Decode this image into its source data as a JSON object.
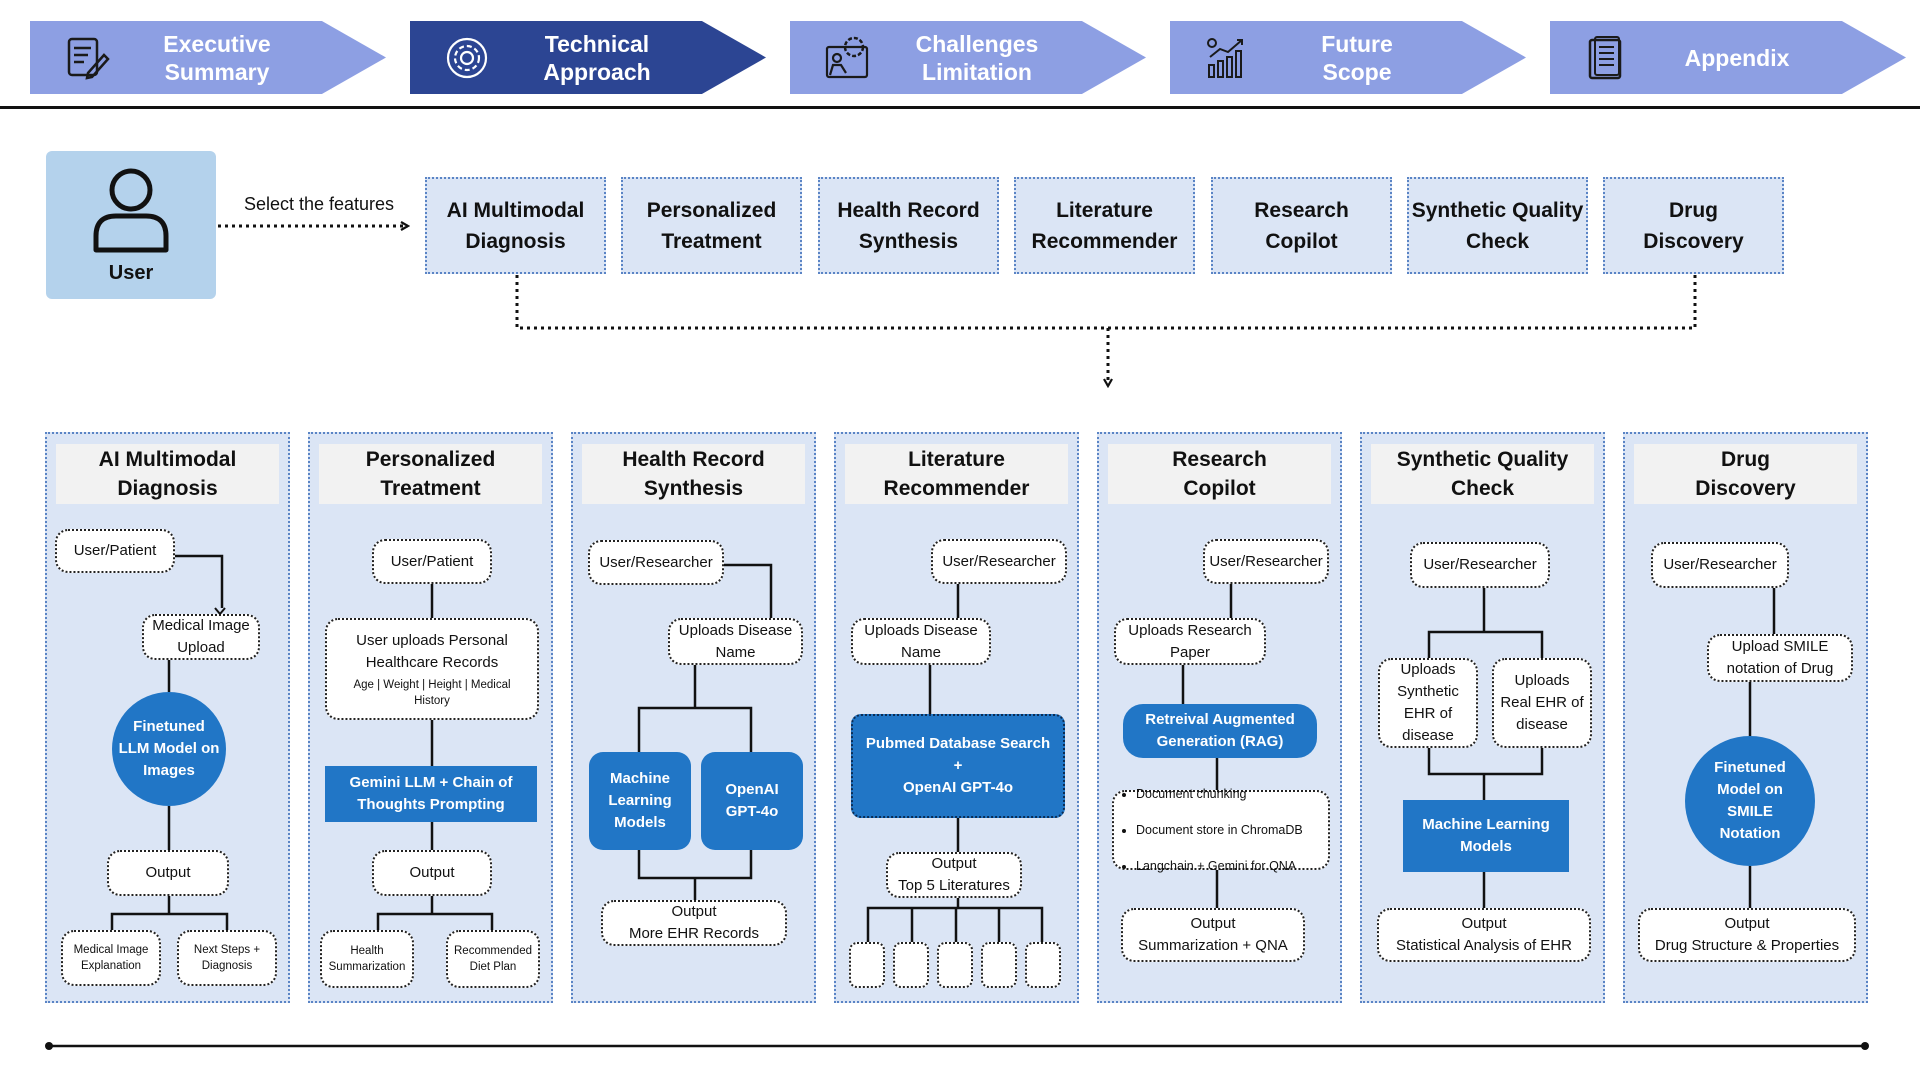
{
  "colors": {
    "nav_light": "#8d9fe3",
    "nav_dark": "#2c4593",
    "user_box": "#b4d2ec",
    "panel": "#dbe5f5",
    "accent_blue": "#2176c6"
  },
  "nav": [
    {
      "label": "Executive\nSummary",
      "icon": "document-edit-icon",
      "active": false
    },
    {
      "label": "Technical\nApproach",
      "icon": "gear-icon",
      "active": true
    },
    {
      "label": "Challenges\nLimitation",
      "icon": "person-gear-icon",
      "active": false
    },
    {
      "label": "Future\nScope",
      "icon": "growth-chart-icon",
      "active": false
    },
    {
      "label": "Appendix",
      "icon": "document-list-icon",
      "active": false
    }
  ],
  "user": {
    "label": "User",
    "icon": "user-icon",
    "select_label": "Select the features"
  },
  "features": [
    "AI Multimodal\nDiagnosis",
    "Personalized\nTreatment",
    "Health Record\nSynthesis",
    "Literature\nRecommender",
    "Research\nCopilot",
    "Synthetic Quality\nCheck",
    "Drug\nDiscovery"
  ],
  "columns": [
    {
      "title": "AI Multimodal\nDiagnosis",
      "input": "User/Patient",
      "upload": "Medical Image\nUpload",
      "model": "Finetuned\nLLM Model on\nImages",
      "output": "Output",
      "results": [
        "Medical Image\nExplanation",
        "Next Steps +\nDiagnosis"
      ]
    },
    {
      "title": "Personalized\nTreatment",
      "input": "User/Patient",
      "upload": "User uploads Personal\nHealthcare Records",
      "upload_detail": "Age | Weight | Height | Medical\nHistory",
      "model": "Gemini LLM + Chain of\nThoughts Prompting",
      "output": "Output",
      "results": [
        "Health\nSummarization",
        "Recommended\nDiet Plan"
      ]
    },
    {
      "title": "Health Record\nSynthesis",
      "input": "User/Researcher",
      "upload": "Uploads Disease\nName",
      "models": [
        "Machine\nLearning\nModels",
        "OpenAI\nGPT-4o"
      ],
      "output": "Output\nMore EHR Records"
    },
    {
      "title": "Literature\nRecommender",
      "input": "User/Researcher",
      "upload": "Uploads Disease\nName",
      "model": "Pubmed Database Search\n+\nOpenAI GPT-4o",
      "output": "Output\nTop 5 Literatures",
      "result_count": 5
    },
    {
      "title": "Research\nCopilot",
      "input": "User/Researcher",
      "upload": "Uploads Research\nPaper",
      "model": "Retreival Augmented\nGeneration (RAG)",
      "steps": [
        "Document chunking",
        "Document store in ChromaDB",
        "Langchain + Gemini for QNA"
      ],
      "output": "Output\nSummarization + QNA"
    },
    {
      "title": "Synthetic Quality\nCheck",
      "input": "User/Researcher",
      "uploads": [
        "Uploads\nSynthetic\nEHR of\ndisease",
        "Uploads\nReal EHR of\ndisease"
      ],
      "model": "Machine Learning\nModels",
      "output": "Output\nStatistical Analysis of EHR"
    },
    {
      "title": "Drug\nDiscovery",
      "input": "User/Researcher",
      "upload": "Upload SMILE\nnotation of Drug",
      "model": "Finetuned\nModel on\nSMILE\nNotation",
      "output": "Output\nDrug Structure & Properties"
    }
  ]
}
